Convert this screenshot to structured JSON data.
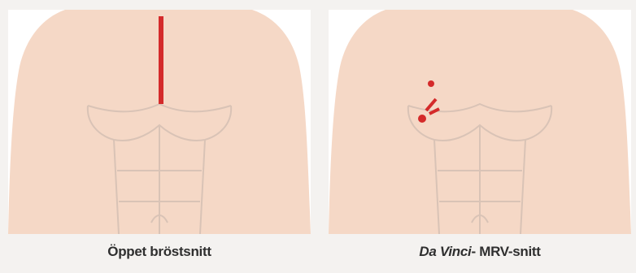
{
  "colors": {
    "skin": "#f5d8c6",
    "muscle_lines": "#d9c3b6",
    "incision": "#d42a2a",
    "background": "#f4f2f0",
    "caption_text": "#2f2f2f"
  },
  "left_panel": {
    "caption": "Öppet bröstsnitt"
  },
  "right_panel": {
    "caption_italic": "Da Vinci",
    "caption_rest": "- MRV-snitt"
  }
}
